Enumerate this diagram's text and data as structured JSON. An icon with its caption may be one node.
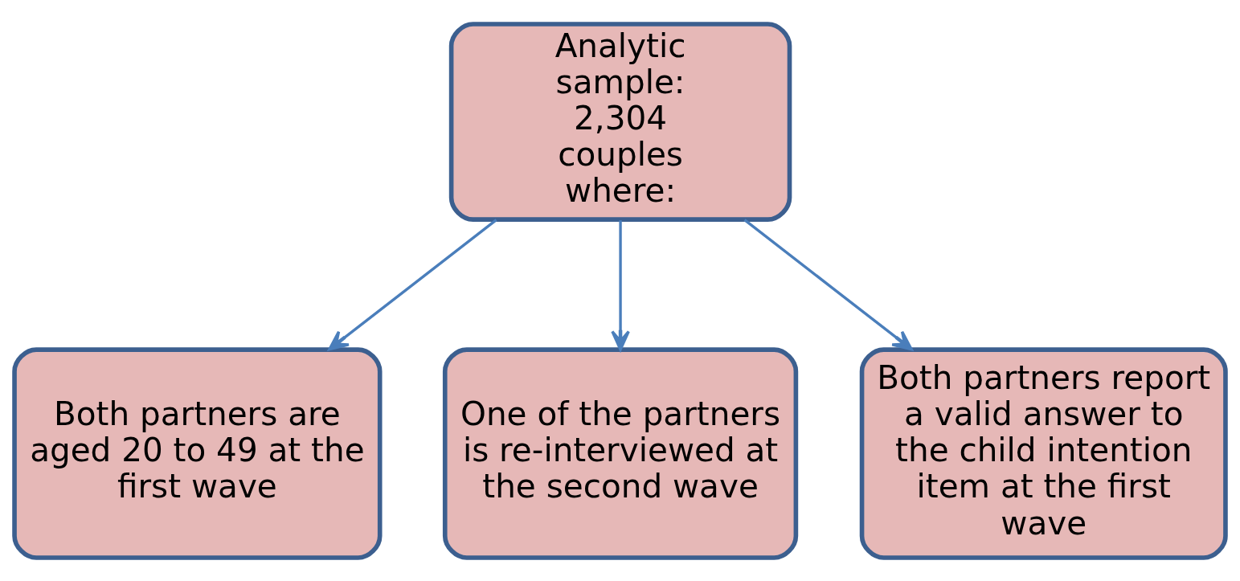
{
  "diagram": {
    "nodes": [
      {
        "text": [
          "Analytic sample: 2,304 couples where:"
        ]
      },
      {
        "text": [
          "Both partners are aged 20 to 49 at the first wave"
        ]
      },
      {
        "text": [
          "One of the partners is re-interviewed at the second wave"
        ]
      },
      {
        "text": [
          "Both partners report a valid answer to the child intention item at the first wave"
        ]
      }
    ],
    "edges": [
      {
        "from": 0,
        "to": 1,
        "arrow": "to"
      },
      {
        "from": 0,
        "to": 2,
        "arrow": "to"
      },
      {
        "from": 0,
        "to": 3,
        "arrow": "to"
      }
    ]
  }
}
